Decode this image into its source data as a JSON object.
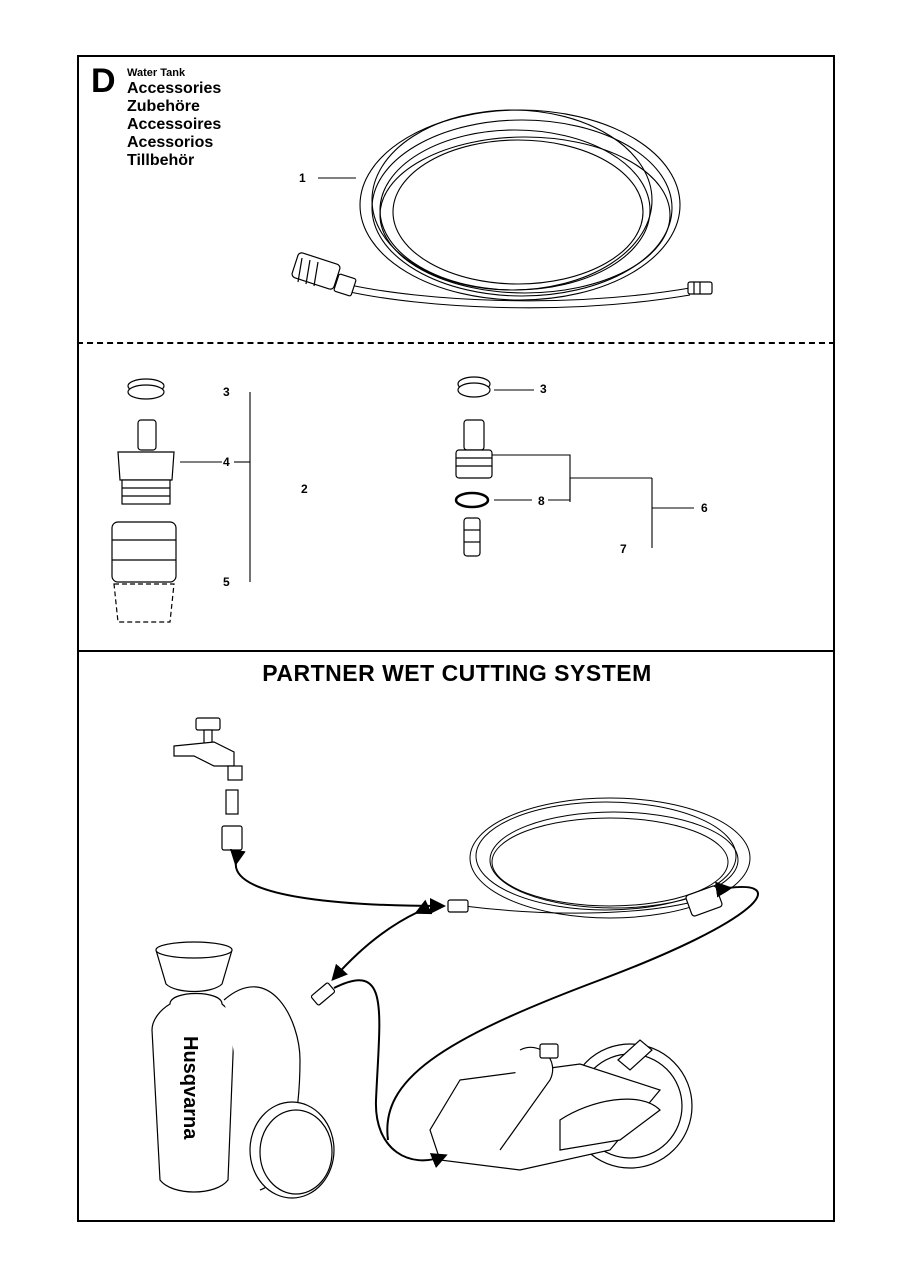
{
  "header": {
    "section_letter": "D",
    "subtitle": "Water Tank",
    "titles": [
      "Accessories",
      "Zubehöre",
      "Accessoires",
      "Acessorios",
      "Tillbehör"
    ]
  },
  "callouts": {
    "hose_kit": "1",
    "fitting_kit": "2",
    "ring_left": "3",
    "adapter": "4",
    "coupling": "5",
    "valve_kit": "6",
    "filter": "7",
    "o_ring": "8",
    "ring_right": "3"
  },
  "system": {
    "title": "PARTNER WET CUTTING SYSTEM",
    "tank_brand": "Husqvarna"
  },
  "icons": [
    "hose-coil-icon",
    "fitting-icon",
    "water-tap-icon",
    "water-tank-icon",
    "power-cutter-icon",
    "arrow-icon"
  ]
}
